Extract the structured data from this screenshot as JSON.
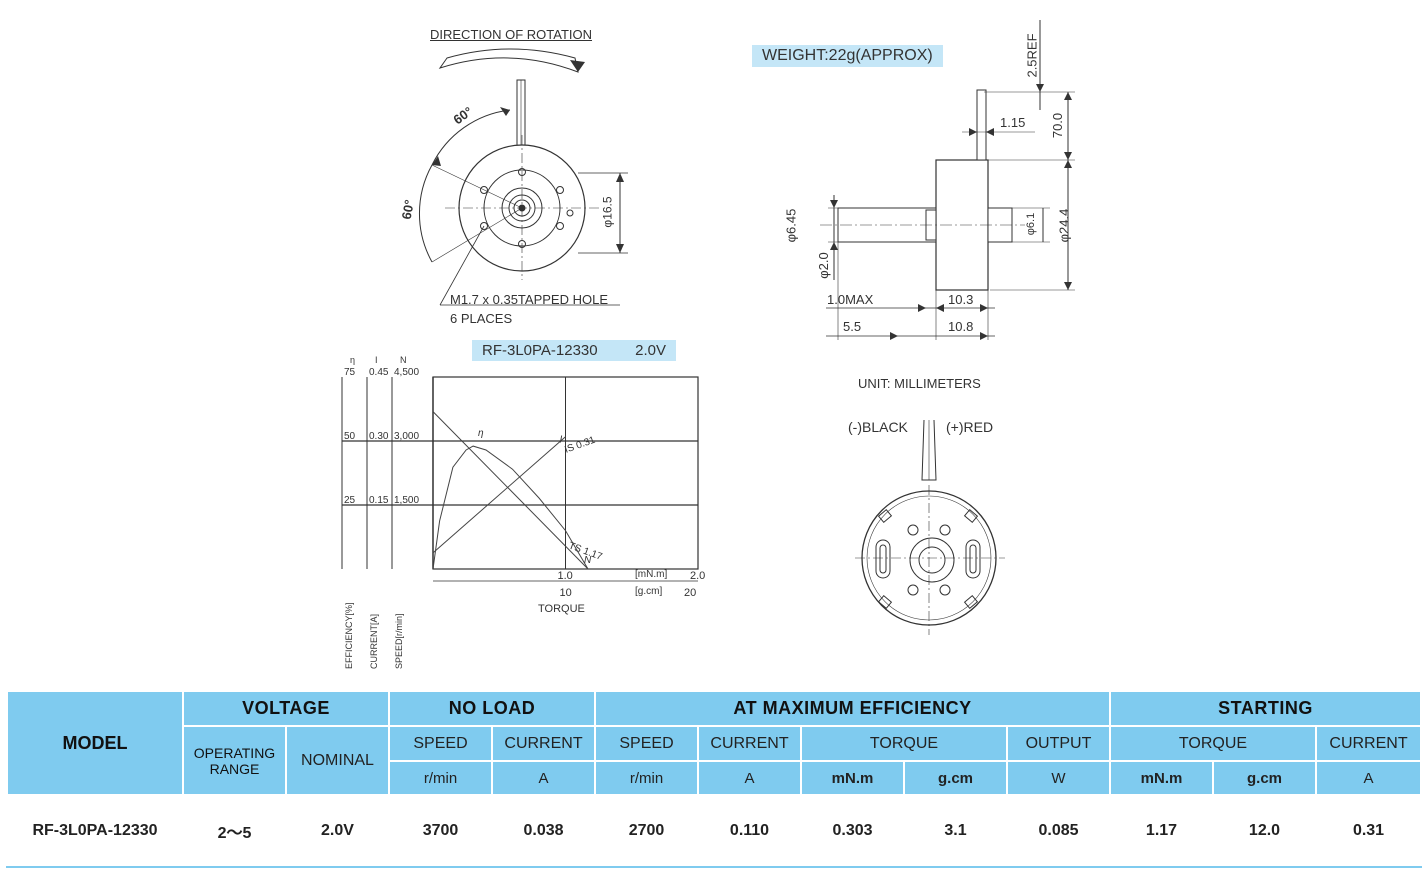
{
  "top_drawing": {
    "direction_label": "DIRECTION OF ROTATION",
    "angle_1": "60°",
    "angle_2": "60°",
    "dia_label": "φ16.5",
    "hole_label": "M1.7 x 0.35TAPPED HOLE",
    "places_label": "6 PLACES"
  },
  "side_drawing": {
    "weight": "WEIGHT:22g(APPROX)",
    "dims": {
      "ref": "2.5REF",
      "d115": "1.15",
      "d70": "70.0",
      "d645": "φ6.45",
      "d20": "φ2.0",
      "d61": "φ6.1",
      "d244": "φ24.4",
      "max": "1.0MAX",
      "d103": "10.3",
      "d55": "5.5",
      "d108": "10.8"
    },
    "unit": "UNIT: MILLIMETERS"
  },
  "rear_view": {
    "black": "(-)BLACK",
    "red": "(+)RED"
  },
  "chart_title": "RF-3L0PA-12330         2.0V",
  "chart_data": {
    "type": "line",
    "x_primary": {
      "label": "TORQUE",
      "unit": "[mN.m]",
      "ticks": [
        "1.0",
        "2.0"
      ],
      "range": [
        0,
        2.0
      ]
    },
    "x_secondary": {
      "unit": "[g.cm]",
      "ticks": [
        "10",
        "20"
      ]
    },
    "y_axes": [
      {
        "symbol": "η",
        "label": "EFFICIENCY[%]",
        "ticks": [
          "25",
          "50",
          "75"
        ]
      },
      {
        "symbol": "I",
        "label": "CURRENT[A]",
        "ticks": [
          "0.15",
          "0.30",
          "0.45"
        ]
      },
      {
        "symbol": "N",
        "label": "SPEED[r/min]",
        "ticks": [
          "1,500",
          "3,000",
          "4,500"
        ]
      }
    ],
    "y_range_norm": [
      0,
      1
    ],
    "series": [
      {
        "name": "η",
        "x": [
          0,
          0.05,
          0.15,
          0.25,
          0.303,
          0.4,
          0.6,
          0.8,
          1.0,
          1.17
        ],
        "y": [
          0,
          0.25,
          0.53,
          0.62,
          0.64,
          0.62,
          0.52,
          0.37,
          0.2,
          0
        ]
      },
      {
        "name": "N",
        "x": [
          0,
          1.17
        ],
        "y": [
          0.82,
          0
        ]
      },
      {
        "name": "I",
        "x": [
          0,
          1.0
        ],
        "y": [
          0.084,
          0.689
        ]
      }
    ],
    "annotations": [
      "IS 0.31",
      "TS 1.17"
    ],
    "grid": true
  },
  "table": {
    "groups": {
      "model": "MODEL",
      "voltage": "VOLTAGE",
      "noload": "NO LOAD",
      "maxeff": "AT MAXIMUM EFFICIENCY",
      "starting": "STARTING"
    },
    "sub": {
      "operating": "OPERATING RANGE",
      "nominal": "NOMINAL",
      "nl_speed": "SPEED",
      "nl_current": "CURRENT",
      "me_speed": "SPEED",
      "me_current": "CURRENT",
      "me_torque": "TORQUE",
      "me_output": "OUTPUT",
      "st_torque": "TORQUE",
      "st_current": "CURRENT"
    },
    "units": {
      "nl_speed": "r/min",
      "nl_current": "A",
      "me_speed": "r/min",
      "me_current": "A",
      "me_torque_mn": "mN.m",
      "me_torque_gcm": "g.cm",
      "me_output": "W",
      "st_torque_mn": "mN.m",
      "st_torque_gcm": "g.cm",
      "st_current": "A"
    },
    "row": {
      "model": "RF-3L0PA-12330",
      "operating": "2～5",
      "nominal": "2.0V",
      "nl_speed": "3700",
      "nl_current": "0.038",
      "me_speed": "2700",
      "me_current": "0.110",
      "me_torque_mn": "0.303",
      "me_torque_gcm": "3.1",
      "me_output": "0.085",
      "st_torque_mn": "1.17",
      "st_torque_gcm": "12.0",
      "st_current": "0.31"
    }
  }
}
